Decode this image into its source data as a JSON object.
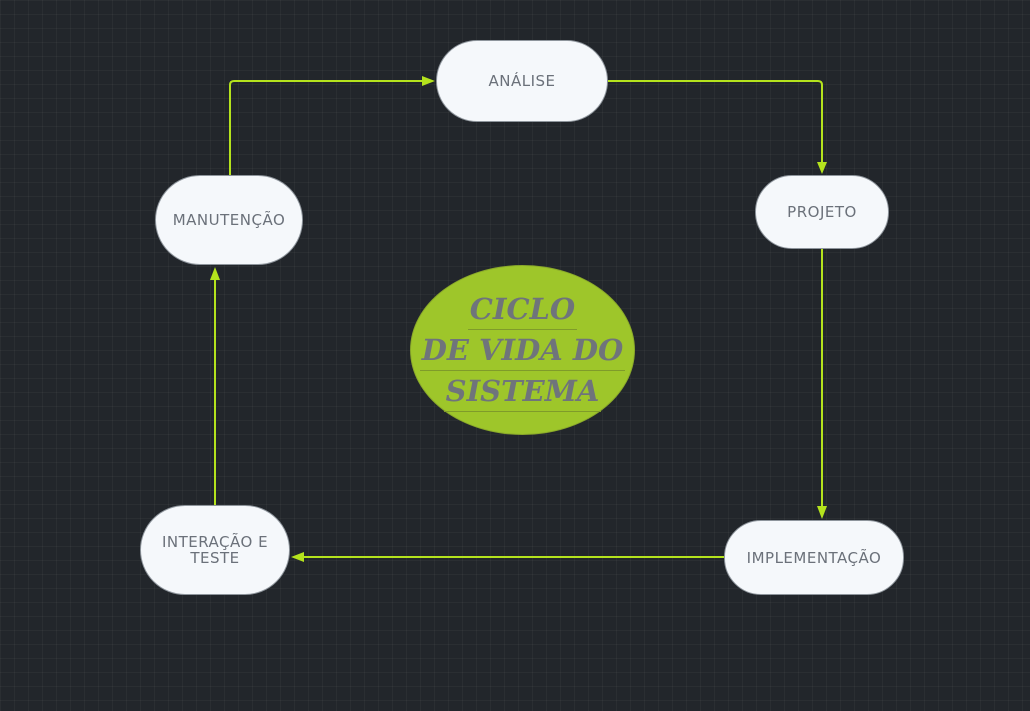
{
  "diagram": {
    "center": {
      "lines": [
        "CICLO",
        "DE VIDA DO",
        "SISTEMA"
      ],
      "fill_color": "#9ec62a"
    },
    "nodes": {
      "analise": {
        "label": "ANÁLISE"
      },
      "projeto": {
        "label": "PROJETO"
      },
      "implementacao": {
        "label": "IMPLEMENTAÇÃO"
      },
      "interacao": {
        "label_line1": "INTERAÇÃO E",
        "label_line2": "TESTE"
      },
      "manutencao": {
        "label": "MANUTENÇÃO"
      }
    },
    "connector_color": "#b4e31d",
    "node_fill_color": "#f5f8fb",
    "background_color": "#22262b"
  }
}
